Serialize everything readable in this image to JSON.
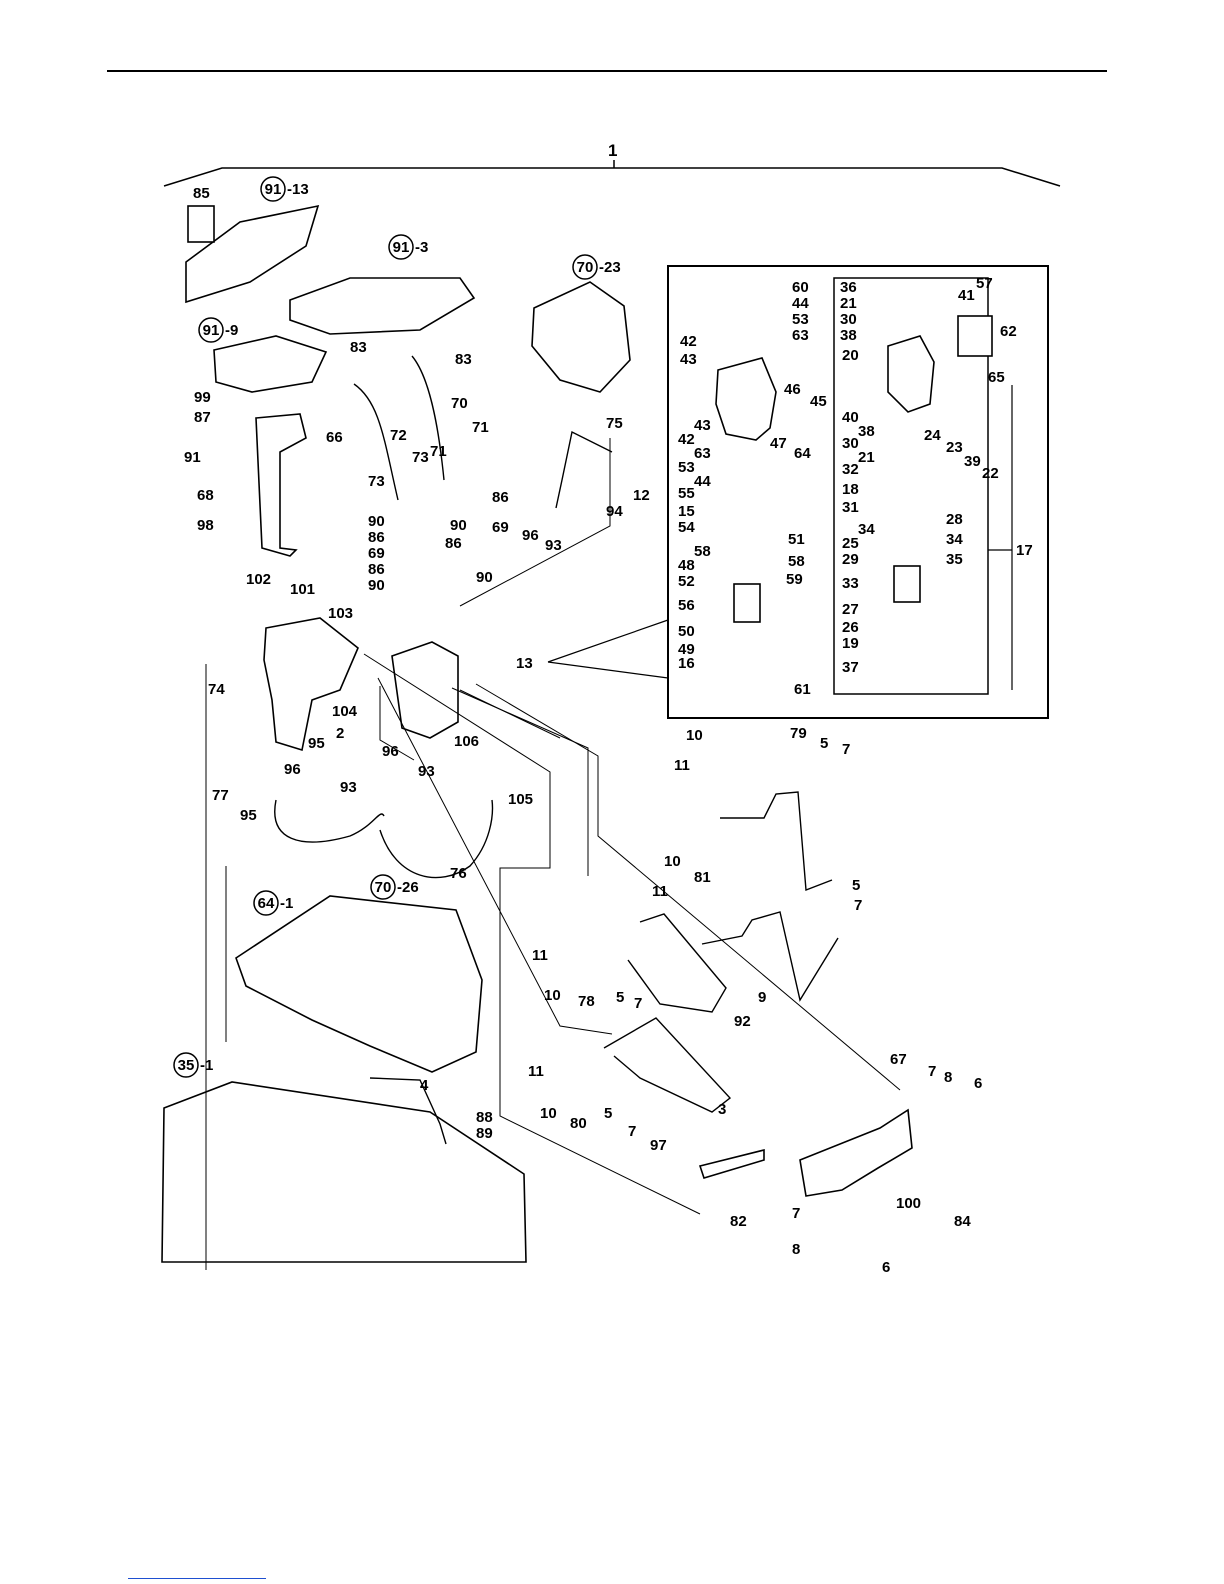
{
  "assembly_number": "1",
  "detail_callout": "17",
  "circled_refs": [
    {
      "num": "91",
      "suffix": "-13"
    },
    {
      "num": "91",
      "suffix": "-3"
    },
    {
      "num": "91",
      "suffix": "-9"
    },
    {
      "num": "70",
      "suffix": "-23"
    },
    {
      "num": "64",
      "suffix": "-1"
    },
    {
      "num": "70",
      "suffix": "-26"
    },
    {
      "num": "35",
      "suffix": "-1"
    }
  ],
  "part_labels": [
    "85",
    "99",
    "87",
    "91",
    "68",
    "98",
    "66",
    "83",
    "83",
    "72",
    "73",
    "73",
    "71",
    "71",
    "70",
    "90",
    "86",
    "69",
    "86",
    "90",
    "69",
    "86",
    "90",
    "86",
    "90",
    "75",
    "12",
    "96",
    "93",
    "94",
    "102",
    "101",
    "103",
    "74",
    "104",
    "95",
    "2",
    "96",
    "93",
    "95",
    "77",
    "96",
    "93",
    "106",
    "105",
    "76",
    "60",
    "44",
    "53",
    "63",
    "42",
    "43",
    "46",
    "45",
    "47",
    "64",
    "43",
    "42",
    "63",
    "53",
    "44",
    "55",
    "15",
    "54",
    "51",
    "58",
    "58",
    "48",
    "52",
    "59",
    "56",
    "50",
    "49",
    "16",
    "61",
    "13",
    "36",
    "21",
    "30",
    "38",
    "41",
    "57",
    "62",
    "20",
    "65",
    "40",
    "38",
    "30",
    "21",
    "32",
    "18",
    "31",
    "28",
    "34",
    "34",
    "25",
    "29",
    "35",
    "33",
    "27",
    "26",
    "19",
    "37",
    "24",
    "23",
    "39",
    "22",
    "10",
    "11",
    "79",
    "5",
    "7",
    "10",
    "11",
    "81",
    "5",
    "7",
    "11",
    "10",
    "78",
    "5",
    "7",
    "92",
    "9",
    "11",
    "10",
    "80",
    "5",
    "7",
    "4",
    "88",
    "89",
    "3",
    "97",
    "82",
    "67",
    "7",
    "8",
    "6",
    "100",
    "84",
    "7",
    "8",
    "6"
  ]
}
